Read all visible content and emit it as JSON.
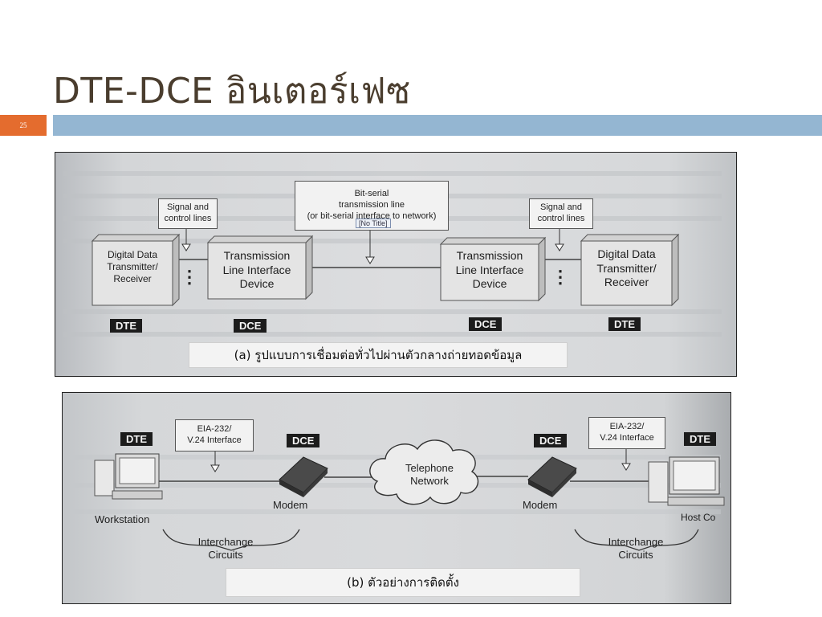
{
  "slide": {
    "title": "DTE-DCE อินเตอร์เฟซ",
    "page_number": "25"
  },
  "figure_a": {
    "signal_callout_left": "Signal and\ncontrol lines",
    "bit_serial_callout": "Bit-serial\ntransmission line\n(or bit-serial interface to network)",
    "signal_callout_right": "Signal and\ncontrol lines",
    "no_title_tooltip": "[No Title]",
    "dte_left_box": "Digital Data\nTransmitter/\nReceiver",
    "dce_left_box": "Transmission\nLine Interface\nDevice",
    "dce_right_box": "Transmission\nLine Interface\nDevice",
    "dte_right_box": "Digital Data\nTransmitter/\nReceiver",
    "dte_left_tag": "DTE",
    "dce_left_tag": "DCE",
    "dce_right_tag": "DCE",
    "dte_right_tag": "DTE",
    "dots": "⋮",
    "caption": "(a) รูปแบบการเชื่อมต่อทั่วไปผ่านตัวกลางถ่ายทอดข้อมูล"
  },
  "figure_b": {
    "dte_left_tag": "DTE",
    "eia_callout_left": "EIA-232/\nV.24 Interface",
    "dce_left_tag": "DCE",
    "cloud_label": "Telephone\nNetwork",
    "dce_right_tag": "DCE",
    "eia_callout_right": "EIA-232/\nV.24 Interface",
    "dte_right_tag": "DTE",
    "workstation_label": "Workstation",
    "modem_left_label": "Modem",
    "modem_right_label": "Modem",
    "host_label": "Host Co",
    "interchange_left": "Interchange\nCircuits",
    "interchange_right": "Interchange\nCircuits",
    "caption": "(b) ตัวอย่างการติดตั้ง"
  },
  "colors": {
    "title": "#4a3d2e",
    "accent_orange": "#e46c2e",
    "accent_blue": "#94b6d2"
  }
}
